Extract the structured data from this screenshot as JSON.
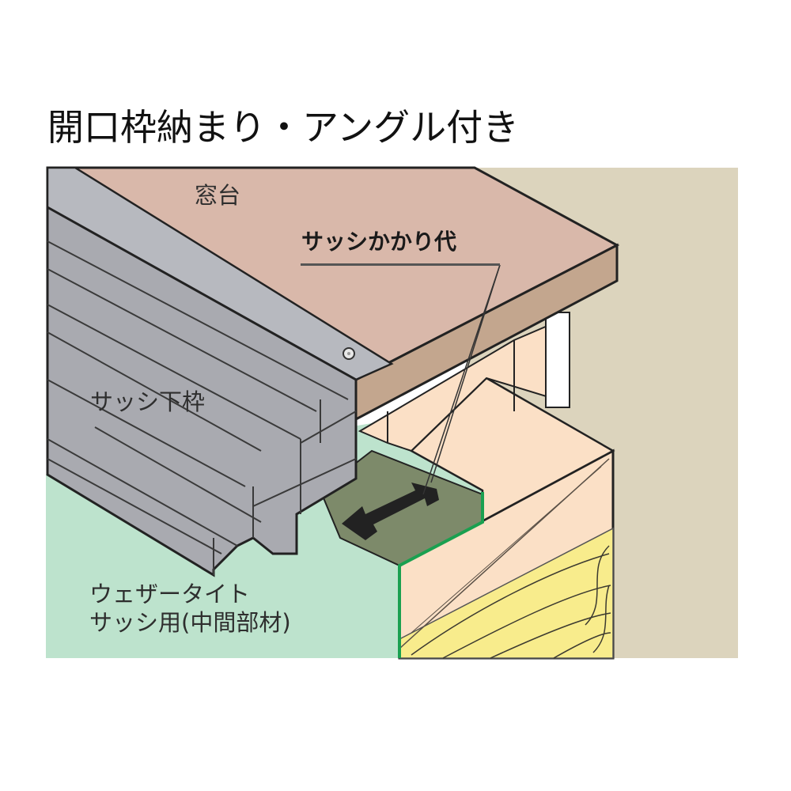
{
  "title": "開口枠納まり・アングル付き",
  "labels": {
    "window_sill": "窓台",
    "sash_overlap": "サッシかかり代",
    "sash_bottom_frame": "サッシ下枠",
    "weathertight_line1": "ウェザータイト",
    "weathertight_line2": "サッシ用(中間部材)"
  },
  "colors": {
    "window_sill_top": "#d9b8aa",
    "window_sill_edge": "#c3a68e",
    "sash_frame": "#a9aab0",
    "weathertight_panel": "#bde3cd",
    "membrane_dark": "#7d8a6a",
    "wood_framing": "#fbe0c6",
    "insulation": "#f8ec8c",
    "wall_background": "#dcd4bd",
    "accent_green_edge": "#1aa050",
    "arrow": "#222222"
  },
  "icons": {
    "double_arrow": "double-headed-arrow-icon",
    "screw": "screw-icon"
  }
}
